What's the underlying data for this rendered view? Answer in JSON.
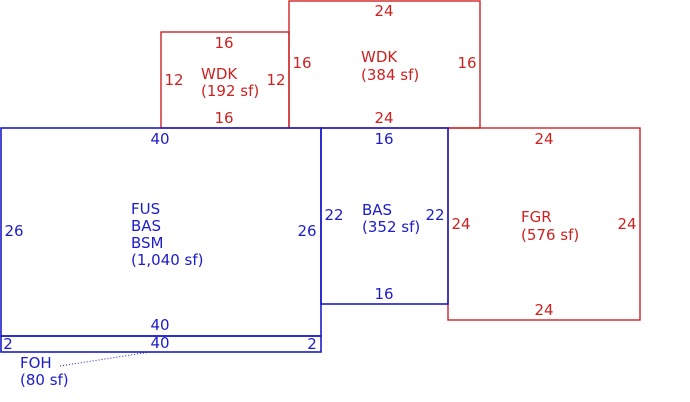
{
  "areas": [
    {
      "id": "fus_bas_bsm",
      "labels": [
        "FUS",
        "BAS",
        "BSM"
      ],
      "area": "(1,040 sf)",
      "color": "#1c1cc8",
      "dims": {
        "top": "40",
        "bottom": "40",
        "left": "26",
        "right": "26"
      }
    },
    {
      "id": "bas",
      "labels": [
        "BAS"
      ],
      "area": "(352 sf)",
      "color": "#1c1cc8",
      "dims": {
        "top": "16",
        "bottom": "16",
        "left": "22",
        "right": "22"
      }
    },
    {
      "id": "foh",
      "labels": [
        "FOH"
      ],
      "area": "(80 sf)",
      "color": "#1c1cc8",
      "dims": {
        "top": "40",
        "left": "2",
        "right": "2"
      }
    },
    {
      "id": "wdk_small",
      "labels": [
        "WDK"
      ],
      "area": "(192 sf)",
      "color": "#cc2222",
      "dims": {
        "top": "16",
        "bottom": "16",
        "left": "12",
        "right": "12"
      }
    },
    {
      "id": "wdk_large",
      "labels": [
        "WDK"
      ],
      "area": "(384 sf)",
      "color": "#cc2222",
      "dims": {
        "top": "24",
        "bottom": "24",
        "left": "16",
        "right": "16"
      }
    },
    {
      "id": "fgr",
      "labels": [
        "FGR"
      ],
      "area": "(576 sf)",
      "color": "#cc2222",
      "dims": {
        "top": "24",
        "bottom": "24",
        "left": "24",
        "right": "24"
      }
    }
  ]
}
